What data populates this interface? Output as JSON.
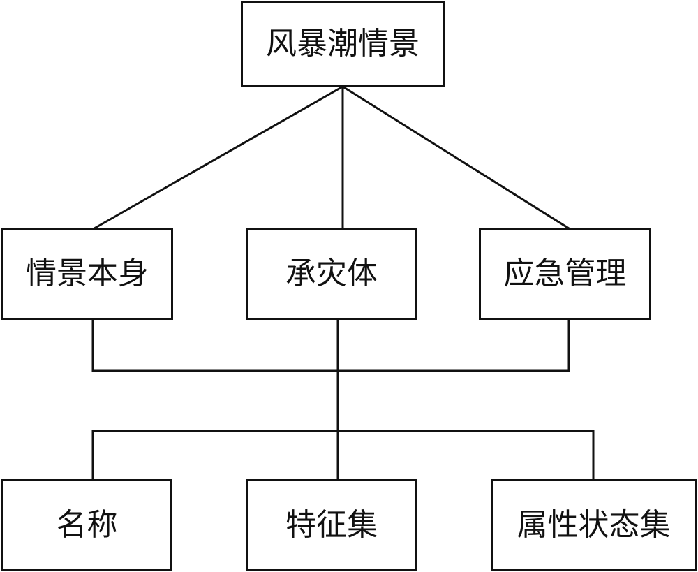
{
  "diagram": {
    "root": {
      "label": "风暴潮情景"
    },
    "level2": [
      {
        "label": "情景本身"
      },
      {
        "label": "承灾体"
      },
      {
        "label": "应急管理"
      }
    ],
    "level3": [
      {
        "label": "名称"
      },
      {
        "label": "特征集"
      },
      {
        "label": "属性状态集"
      }
    ]
  },
  "colors": {
    "stroke": "#111111",
    "background": "#ffffff",
    "text": "#111111"
  }
}
